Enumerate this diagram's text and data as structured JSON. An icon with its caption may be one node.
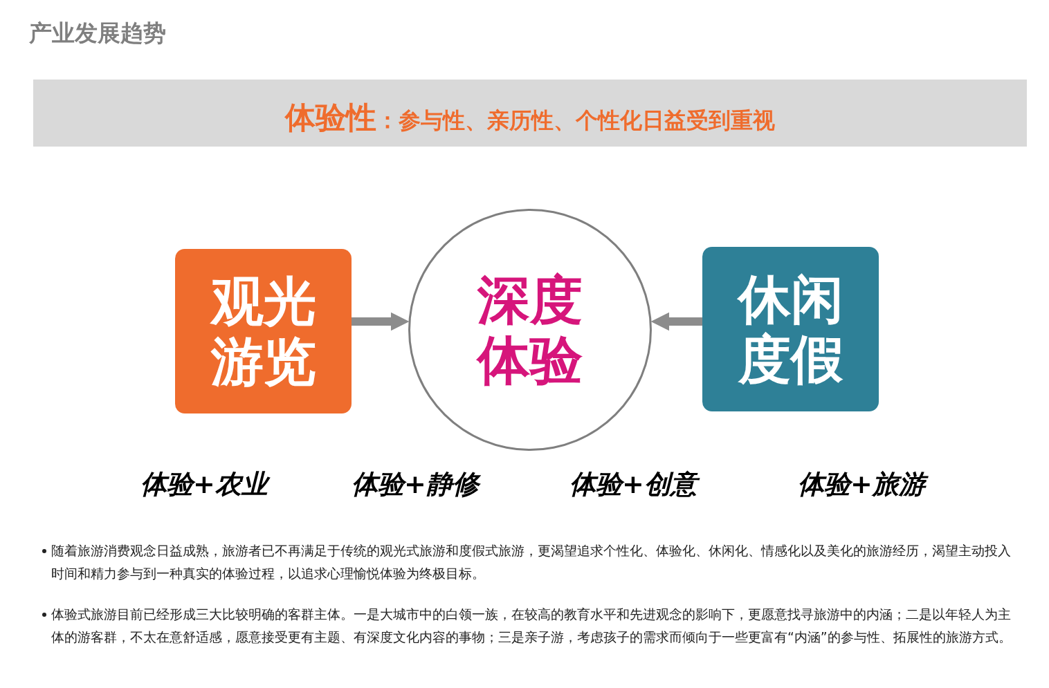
{
  "diagram": {
    "title": "产业发展趋势",
    "nodes": [
      {
        "text": [
          "体验性",
          "：参与性、亲历性、个性化日益受到重视"
        ]
      },
      {
        "text": [
          "观光游览"
        ]
      },
      {
        "text": [
          "深度体验"
        ]
      },
      {
        "text": [
          "休闲度假"
        ]
      }
    ],
    "edges": [
      {
        "from": 1,
        "to": 2,
        "arrow": "to"
      },
      {
        "from": 3,
        "to": 2,
        "arrow": "to"
      }
    ],
    "labels": [
      "体验+农业",
      "体验+静修",
      "体验+创意",
      "体验+旅游",
      "随着旅游消费观念日益成熟，旅游者已不再满足于传统的观光式旅游和度假式旅游，更渴望追求个性化、体验化、休闲化、情感化以及美化的旅游经历，渴望主动投入时间和精力参与到一种真实的体验过程，以追求心理愉悦体验为终极目标。",
      "体验式旅游目前已经形成三大比较明确的客群主体。一是大城市中的白领一族，在较高的教育水平和先进观念的影响下，更愿意找寻旅游中的内涵；二是以年轻人为主体的游客群，不太在意舒适感，愿意接受更有主题、有深度文化内容的事物；三是亲子游，考虑孩子的需求而倾向于一些更富有“内涵”的参与性、拓展性的旅游方式。"
    ]
  }
}
